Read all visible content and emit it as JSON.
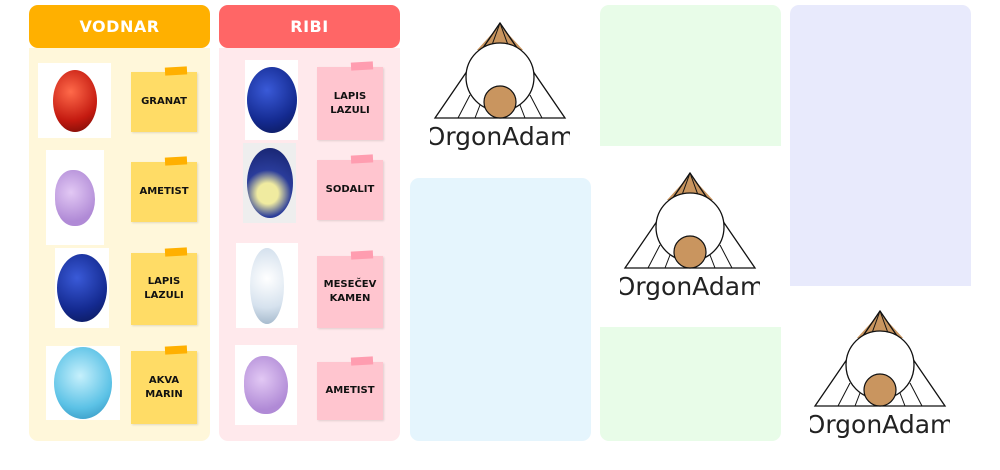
{
  "columns": [
    {
      "title": "VODNAR",
      "color": "#FFB000",
      "items": [
        "GRANAT",
        "AMETIST",
        "LAPIS\nLAZULI",
        "AKVA\nMARIN"
      ]
    },
    {
      "title": "RIBI",
      "color": "#FF6666",
      "items": [
        "LAPIS\nLAZULI",
        "SODALIT",
        "MESEČEV\nKAMEN",
        "AMETIST"
      ]
    }
  ],
  "logo": {
    "text": "OrgonAdam"
  },
  "colors": {
    "blue_panel": "#E5F5FD",
    "green_panel": "#E8FCE8",
    "lavender_panel": "#E8EAFC"
  }
}
